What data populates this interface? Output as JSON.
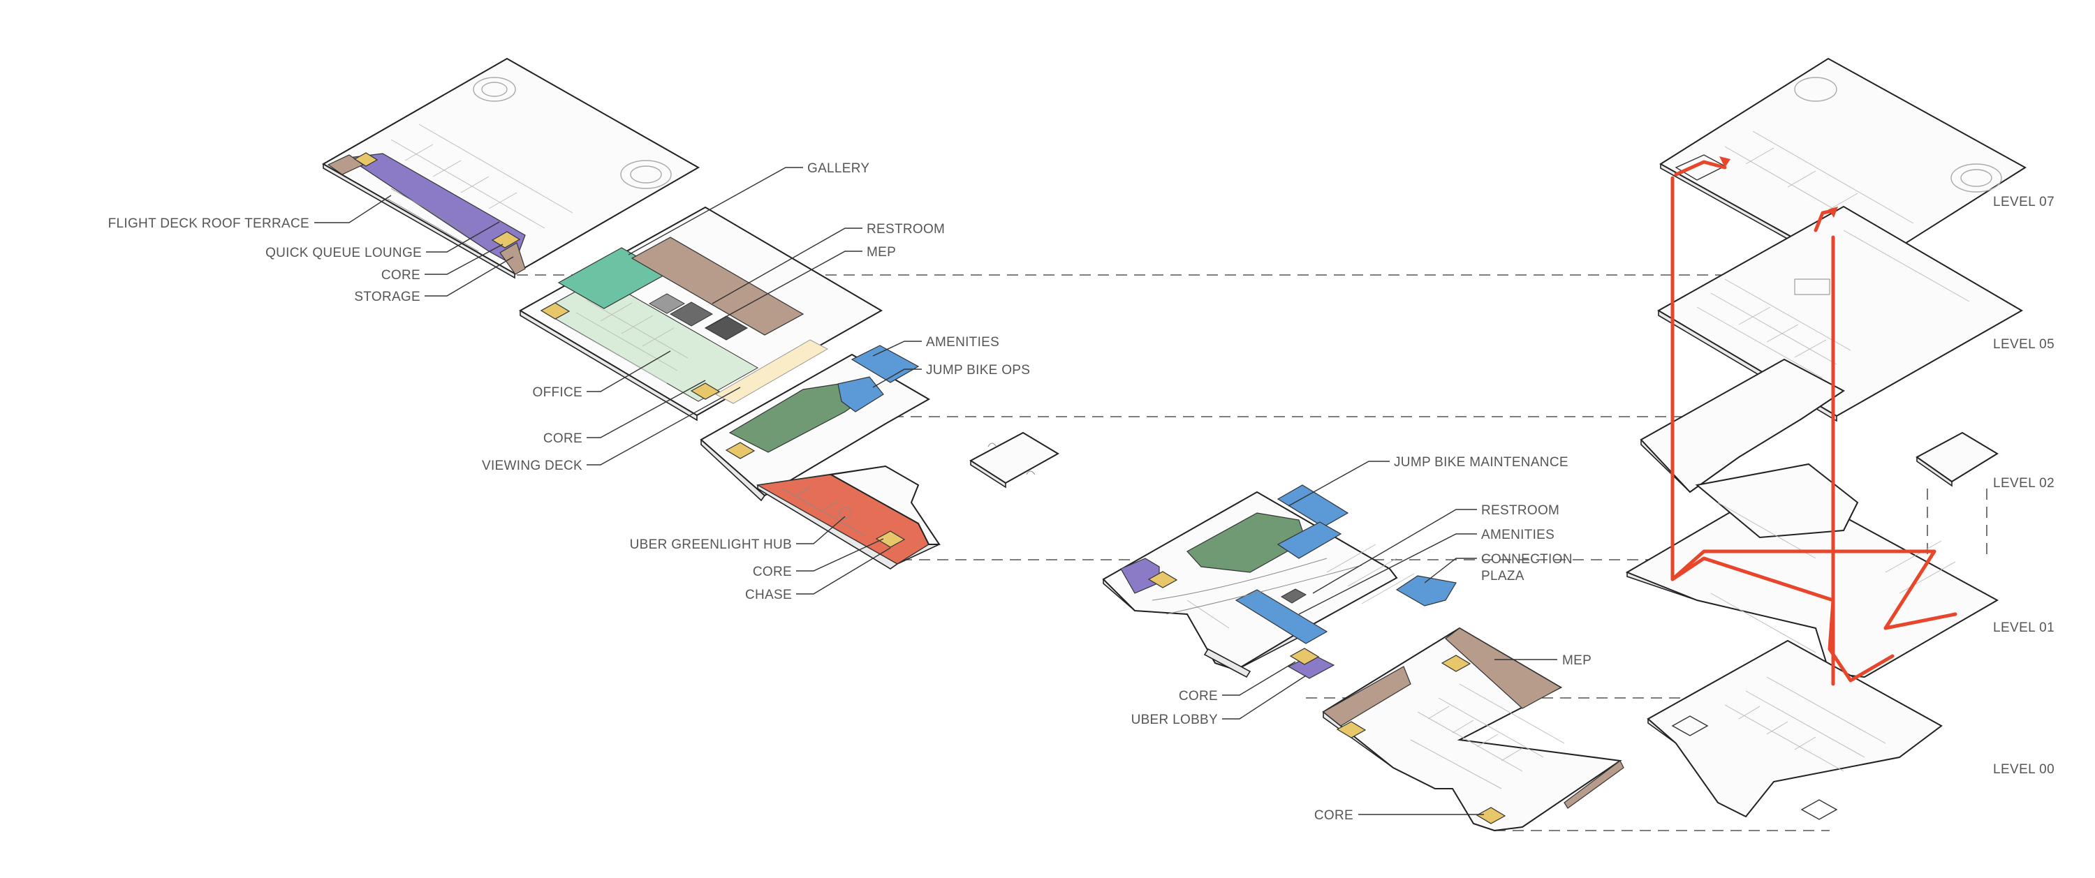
{
  "colors": {
    "purple": "#8b7bc6",
    "teal": "#6cc3a3",
    "brown": "#b79b8b",
    "mint": "#d9ecd9",
    "cream": "#fbecc8",
    "green": "#6f9a73",
    "blue": "#5b9ad6",
    "red": "#e56f56",
    "gold": "#e8c66a",
    "charcoal": "#6a6a6a",
    "circulation": "#e8462a"
  },
  "labels": {
    "flight_deck": "FLIGHT DECK ROOF TERRACE",
    "quick_queue": "QUICK QUEUE LOUNGE",
    "core_l07": "CORE",
    "storage": "STORAGE",
    "gallery": "GALLERY",
    "restroom_l05": "RESTROOM",
    "mep_l05": "MEP",
    "office": "OFFICE",
    "core_l05": "CORE",
    "viewing_deck": "VIEWING DECK",
    "amenities_l02": "AMENITIES",
    "jump_bike_ops": "JUMP BIKE OPS",
    "uber_greenlight": "UBER GREENLIGHT HUB",
    "core_l02": "CORE",
    "chase": "CHASE",
    "jump_bike_maint": "JUMP BIKE MAINTENANCE",
    "restroom_l01": "RESTROOM",
    "amenities_l01": "AMENITIES",
    "connection_plaza_1": "CONNECTION",
    "connection_plaza_2": "PLAZA",
    "core_l01": "CORE",
    "uber_lobby": "UBER LOBBY",
    "mep_l00": "MEP",
    "core_l00": "CORE"
  },
  "levels": [
    "LEVEL 07",
    "LEVEL 05",
    "LEVEL 02",
    "LEVEL 01",
    "LEVEL 00"
  ]
}
